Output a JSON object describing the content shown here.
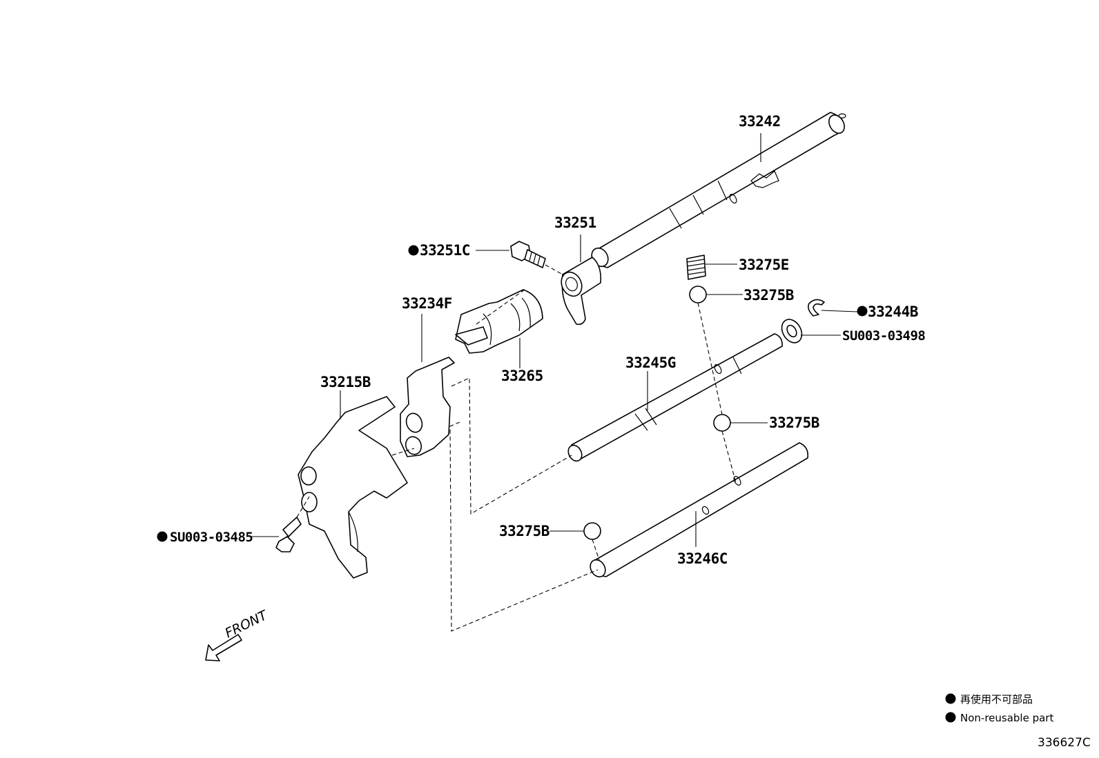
{
  "parts": {
    "p33242": "33242",
    "p33251": "33251",
    "p33251C": "33251C",
    "p33275E": "33275E",
    "p33275B_top": "33275B",
    "p33244B": "33244B",
    "pSU003_03498": "SU003-03498",
    "p33234F": "33234F",
    "p33265": "33265",
    "p33245G": "33245G",
    "p33215B": "33215B",
    "p33275B_mid": "33275B",
    "p33275B_low": "33275B",
    "p33246C": "33246C",
    "pSU003_03485": "SU003-03485"
  },
  "front_label": "FRONT",
  "legend": {
    "jp": "再使用不可部品",
    "en": "Non-reusable part"
  },
  "figure_code": "336627C"
}
